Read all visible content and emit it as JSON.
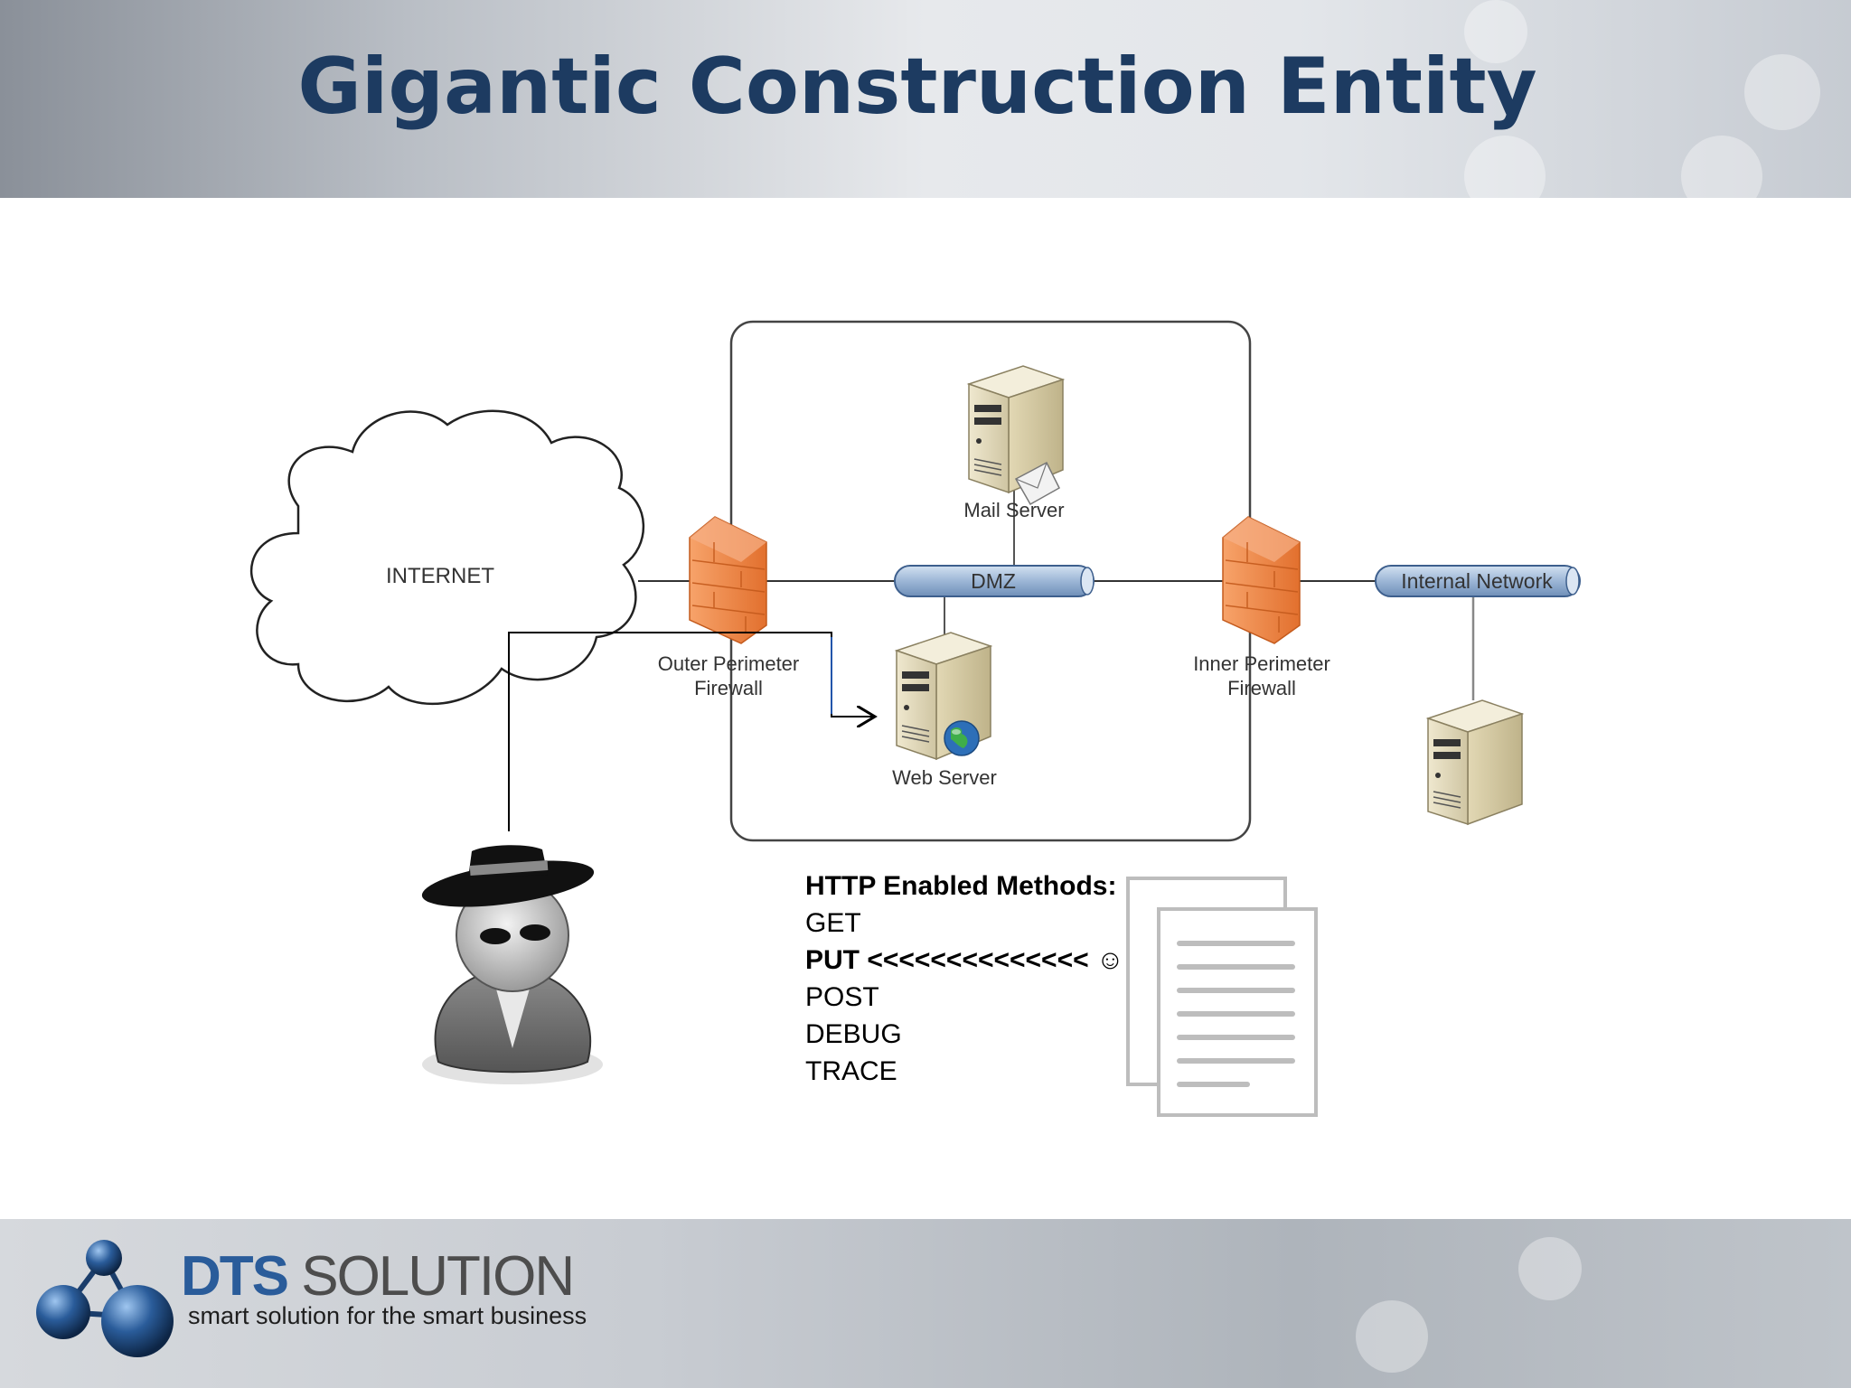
{
  "slide": {
    "title": "Gigantic Construction Entity"
  },
  "diagram": {
    "nodes": {
      "internet": "INTERNET",
      "outer_firewall_line1": "Outer Perimeter",
      "outer_firewall_line2": "Firewall",
      "dmz": "DMZ",
      "mail_server": "Mail Server",
      "web_server": "Web Server",
      "inner_firewall_line1": "Inner Perimeter",
      "inner_firewall_line2": "Firewall",
      "internal_network": "Internal Network"
    },
    "icons": [
      "cloud-icon",
      "firewall-icon",
      "server-icon",
      "mail-icon",
      "globe-icon",
      "spy-icon",
      "document-icon"
    ]
  },
  "methods": {
    "heading": "HTTP Enabled Methods:",
    "items": [
      {
        "label": "GET",
        "bold": false
      },
      {
        "label": "PUT <<<<<<<<<<<<<< ☺",
        "bold": true
      },
      {
        "label": "POST",
        "bold": false
      },
      {
        "label": "DEBUG",
        "bold": false
      },
      {
        "label": "TRACE",
        "bold": false
      }
    ]
  },
  "footer": {
    "brand_bold": "DTS",
    "brand_rest": " SOLUTION",
    "tagline": "smart solution for the smart business"
  },
  "colors": {
    "title": "#1d3b61",
    "firewall": "#f0894a",
    "pipe": "#9cb6d6",
    "brand": "#2a5c9a"
  }
}
